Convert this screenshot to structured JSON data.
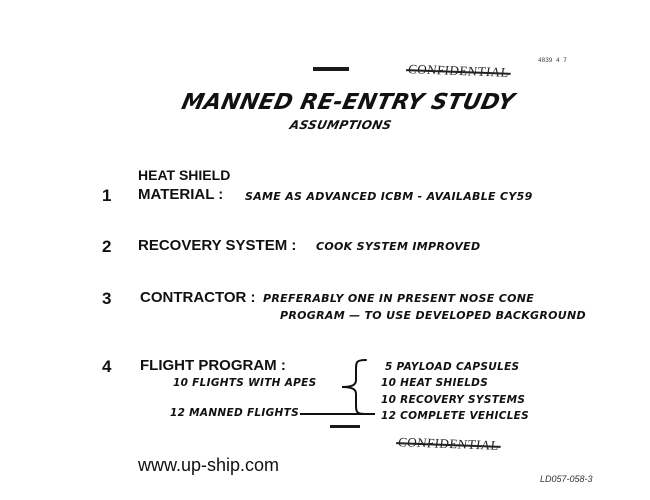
{
  "header": {
    "doc_id": "4839 4 7",
    "classification_top": "CONFIDENTIAL",
    "title": "MANNED RE-ENTRY STUDY",
    "subtitle": "ASSUMPTIONS"
  },
  "items": [
    {
      "number": "1",
      "prelabel": "HEAT SHIELD",
      "label": "MATERIAL :",
      "value": "SAME AS ADVANCED ICBM - AVAILABLE CY59"
    },
    {
      "number": "2",
      "label": "RECOVERY SYSTEM :",
      "value": "COOK SYSTEM IMPROVED"
    },
    {
      "number": "3",
      "label": "CONTRACTOR :",
      "value_line1": "PREFERABLY ONE IN PRESENT NOSE CONE",
      "value_line2": "PROGRAM — TO USE DEVELOPED BACKGROUND"
    },
    {
      "number": "4",
      "label": "FLIGHT PROGRAM :",
      "apes": "10 FLIGHTS WITH APES",
      "manned": "12 MANNED FLIGHTS",
      "list": [
        "5 PAYLOAD CAPSULES",
        "10 HEAT SHIELDS",
        "10 RECOVERY SYSTEMS",
        "12 COMPLETE VEHICLES"
      ]
    }
  ],
  "footer": {
    "classification_bottom": "CONFIDENTIAL",
    "watermark": "www.up-ship.com",
    "doc_number": "LD057-058-3"
  }
}
